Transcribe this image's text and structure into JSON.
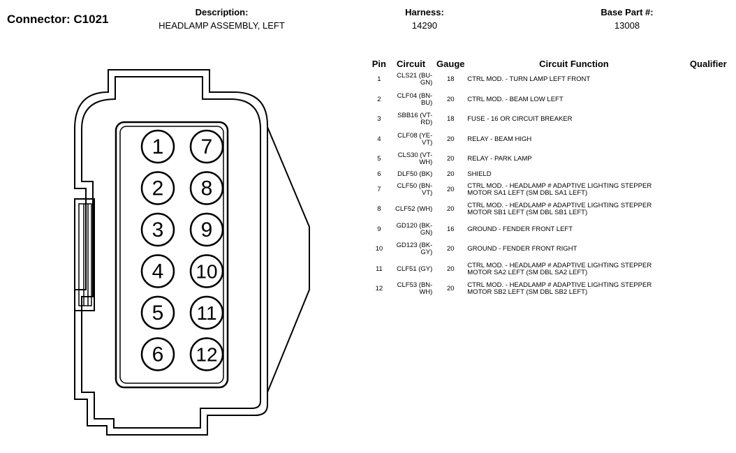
{
  "connector": {
    "label": "Connector: C1021"
  },
  "header": {
    "description_label": "Description:",
    "description": "HEADLAMP ASSEMBLY, LEFT",
    "harness_label": "Harness:",
    "harness": "14290",
    "base_part_label": "Base Part #:",
    "base_part": "13008"
  },
  "table": {
    "columns": [
      "Pin",
      "Circuit",
      "Gauge",
      "Circuit Function",
      "Qualifier"
    ],
    "rows": [
      {
        "pin": "1",
        "circuit_l1": "CLS21 (BU-",
        "circuit_l2": "GN)",
        "gauge": "18",
        "func_l1": "CTRL MOD. - TURN LAMP LEFT FRONT",
        "func_l2": ""
      },
      {
        "pin": "2",
        "circuit_l1": "CLF04 (BN-",
        "circuit_l2": "BU)",
        "gauge": "20",
        "func_l1": "CTRL MOD. - BEAM LOW LEFT",
        "func_l2": ""
      },
      {
        "pin": "3",
        "circuit_l1": "SBB16 (VT-",
        "circuit_l2": "RD)",
        "gauge": "18",
        "func_l1": "FUSE - 16 OR CIRCUIT BREAKER",
        "func_l2": ""
      },
      {
        "pin": "4",
        "circuit_l1": "CLF08 (YE-",
        "circuit_l2": "VT)",
        "gauge": "20",
        "func_l1": "RELAY - BEAM HIGH",
        "func_l2": ""
      },
      {
        "pin": "5",
        "circuit_l1": "CLS30 (VT-",
        "circuit_l2": "WH)",
        "gauge": "20",
        "func_l1": "RELAY - PARK LAMP",
        "func_l2": ""
      },
      {
        "pin": "6",
        "circuit_l1": "DLF50 (BK)",
        "circuit_l2": "",
        "gauge": "20",
        "func_l1": "SHIELD",
        "func_l2": ""
      },
      {
        "pin": "7",
        "circuit_l1": "CLF50 (BN-",
        "circuit_l2": "VT)",
        "gauge": "20",
        "func_l1": "CTRL MOD. - HEADLAMP # ADAPTIVE LIGHTING STEPPER",
        "func_l2": "MOTOR SA1 LEFT (SM DBL SA1 LEFT)"
      },
      {
        "pin": "8",
        "circuit_l1": "CLF52 (WH)",
        "circuit_l2": "",
        "gauge": "20",
        "func_l1": "CTRL MOD. - HEADLAMP # ADAPTIVE LIGHTING STEPPER",
        "func_l2": "MOTOR SB1 LEFT (SM DBL SB1 LEFT)"
      },
      {
        "pin": "9",
        "circuit_l1": "GD120 (BK-",
        "circuit_l2": "GN)",
        "gauge": "16",
        "func_l1": "GROUND - FENDER FRONT LEFT",
        "func_l2": ""
      },
      {
        "pin": "10",
        "circuit_l1": "GD123 (BK-",
        "circuit_l2": "GY)",
        "gauge": "20",
        "func_l1": "GROUND - FENDER FRONT RIGHT",
        "func_l2": ""
      },
      {
        "pin": "11",
        "circuit_l1": "CLF51 (GY)",
        "circuit_l2": "",
        "gauge": "20",
        "func_l1": "CTRL MOD. - HEADLAMP # ADAPTIVE LIGHTING STEPPER",
        "func_l2": "MOTOR SA2 LEFT (SM DBL SA2 LEFT)"
      },
      {
        "pin": "12",
        "circuit_l1": "CLF53 (BN-",
        "circuit_l2": "WH)",
        "gauge": "20",
        "func_l1": "CTRL MOD. - HEADLAMP # ADAPTIVE LIGHTING STEPPER",
        "func_l2": "MOTOR SB2 LEFT (SM DBL SB2 LEFT)"
      }
    ]
  },
  "diagram": {
    "pin_labels_left": [
      "1",
      "2",
      "3",
      "4",
      "5",
      "6"
    ],
    "pin_labels_right": [
      "7",
      "8",
      "9",
      "10",
      "11",
      "12"
    ]
  }
}
